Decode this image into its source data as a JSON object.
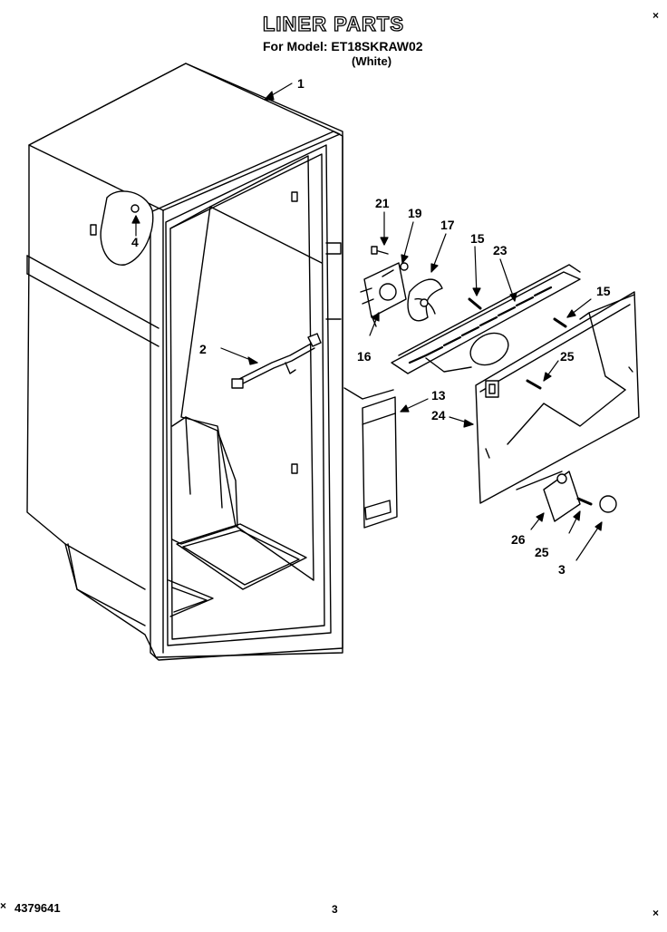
{
  "header": {
    "title": "LINER PARTS",
    "model_line": "For Model: ET18SKRAW02",
    "variant": "(White)"
  },
  "footer": {
    "doc_number": "4379641",
    "page_number": "3"
  },
  "corner_marks": [
    "×",
    "×",
    "×"
  ],
  "callouts": [
    {
      "key": "p1",
      "text": "1"
    },
    {
      "key": "p2",
      "text": "2"
    },
    {
      "key": "p3",
      "text": "3"
    },
    {
      "key": "p4",
      "text": "4"
    },
    {
      "key": "p13",
      "text": "13"
    },
    {
      "key": "p15a",
      "text": "15"
    },
    {
      "key": "p15b",
      "text": "15"
    },
    {
      "key": "p16",
      "text": "16"
    },
    {
      "key": "p17",
      "text": "17"
    },
    {
      "key": "p19",
      "text": "19"
    },
    {
      "key": "p21",
      "text": "21"
    },
    {
      "key": "p23",
      "text": "23"
    },
    {
      "key": "p24",
      "text": "24"
    },
    {
      "key": "p25a",
      "text": "25"
    },
    {
      "key": "p25b",
      "text": "25"
    },
    {
      "key": "p26",
      "text": "26"
    }
  ]
}
